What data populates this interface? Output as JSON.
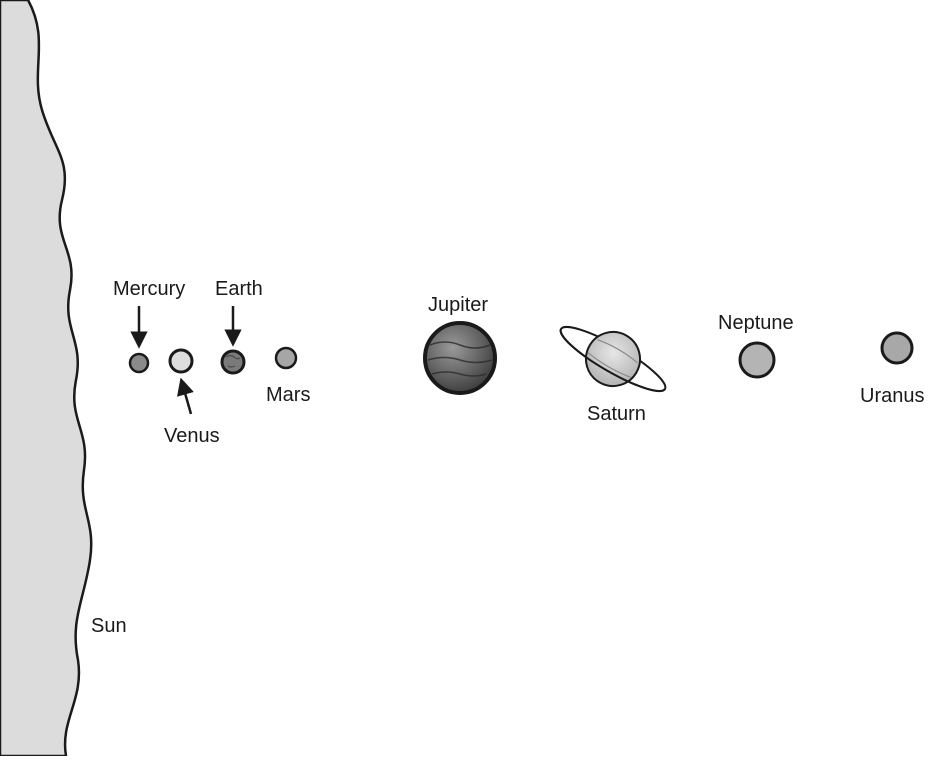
{
  "labels": {
    "sun": "Sun",
    "mercury": "Mercury",
    "venus": "Venus",
    "earth": "Earth",
    "mars": "Mars",
    "jupiter": "Jupiter",
    "saturn": "Saturn",
    "neptune": "Neptune",
    "uranus": "Uranus"
  },
  "colors": {
    "sun_fill": "#dcdcdc",
    "outline": "#1a1a1a",
    "mercury": "#8a8a8a",
    "venus": "#dddddd",
    "earth": "#7a7a7a",
    "mars": "#a6a6a6",
    "jupiter": "#5a5a5a",
    "saturn": "#c8c8c8",
    "neptune": "#b4b4b4",
    "uranus": "#a8a8a8"
  }
}
